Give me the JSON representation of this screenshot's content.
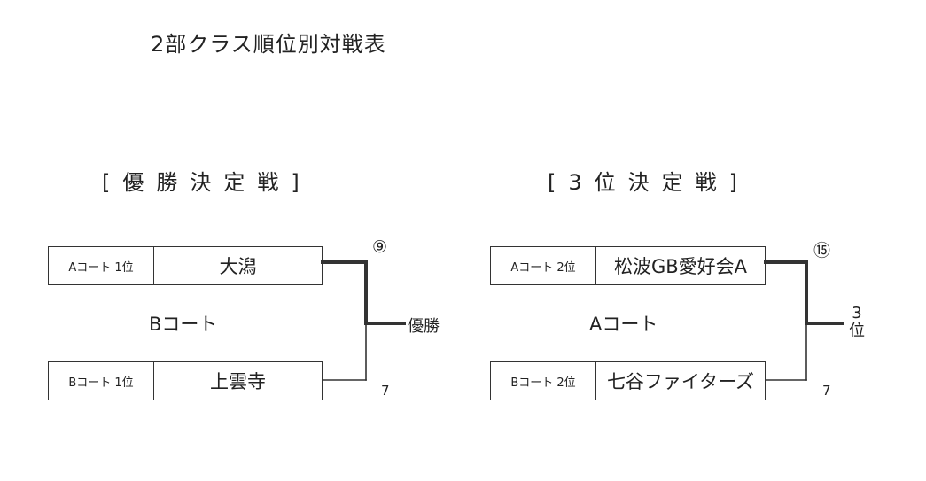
{
  "title": "2部クラス順位別対戦表",
  "brackets": [
    {
      "heading": "[優勝決定戦]",
      "court": "Bコート",
      "match_no": "⑨",
      "result": "優勝",
      "time": "7",
      "teams": [
        {
          "slot": "Aコート 1位",
          "name": "大潟"
        },
        {
          "slot": "Bコート 1位",
          "name": "上雲寺"
        }
      ]
    },
    {
      "heading": "[3位決定戦]",
      "court": "Aコート",
      "match_no": "⑮",
      "result_line1": "3",
      "result_line2": "位",
      "time": "7",
      "teams": [
        {
          "slot": "Aコート 2位",
          "name": "松波GB愛好会A"
        },
        {
          "slot": "Bコート 2位",
          "name": "七谷ファイターズ"
        }
      ]
    }
  ]
}
